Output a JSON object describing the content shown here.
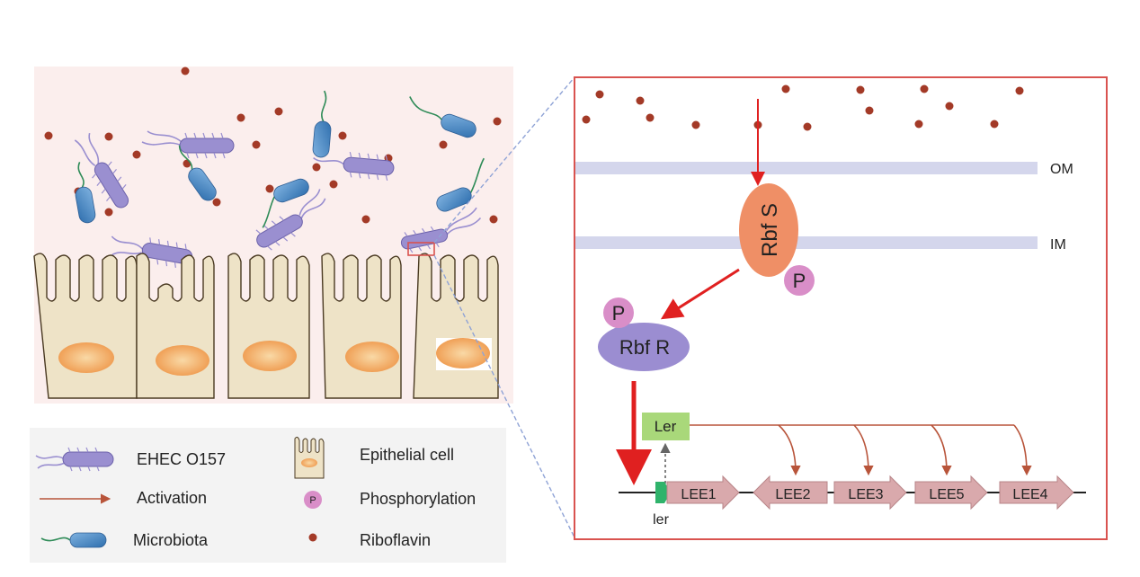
{
  "labels": {
    "om": "OM",
    "im": "IM",
    "rbfs": "Rbf S",
    "rbfr": "Rbf R",
    "p": "P",
    "ler_protein": "Ler",
    "ler_gene": "ler",
    "genes": [
      "LEE1",
      "LEE2",
      "LEE3",
      "LEE5",
      "LEE4"
    ]
  },
  "legend": {
    "ehec": "EHEC O157",
    "activation": "Activation",
    "microbiota": "Microbiota",
    "epithelial": "Epithelial cell",
    "phospho": "Phosphorylation",
    "phospho_symbol": "P",
    "riboflavin": "Riboflavin"
  },
  "colors": {
    "riboflavin": "#a33a27",
    "ehec": "#9a8fd0",
    "microbiota": "#4a86c5",
    "flagella_green": "#2e8b57",
    "membrane": "#d4d6ec",
    "rbfs": "#ef8f66",
    "rbfr": "#9b8dd1",
    "phospho": "#d98ec8",
    "activation_arrow": "#e02020",
    "regulation_arrow": "#b8543a",
    "gene_arrow": "#d9a9ac",
    "ler_box": "#a9d87a",
    "ler_gene": "#2fb36b",
    "frame": "#d9534f",
    "lumen_bg": "#fbeeed",
    "cell": "#eee3c7",
    "nucleus": "#f0a45c",
    "zoom_line": "#8fa3d6"
  }
}
